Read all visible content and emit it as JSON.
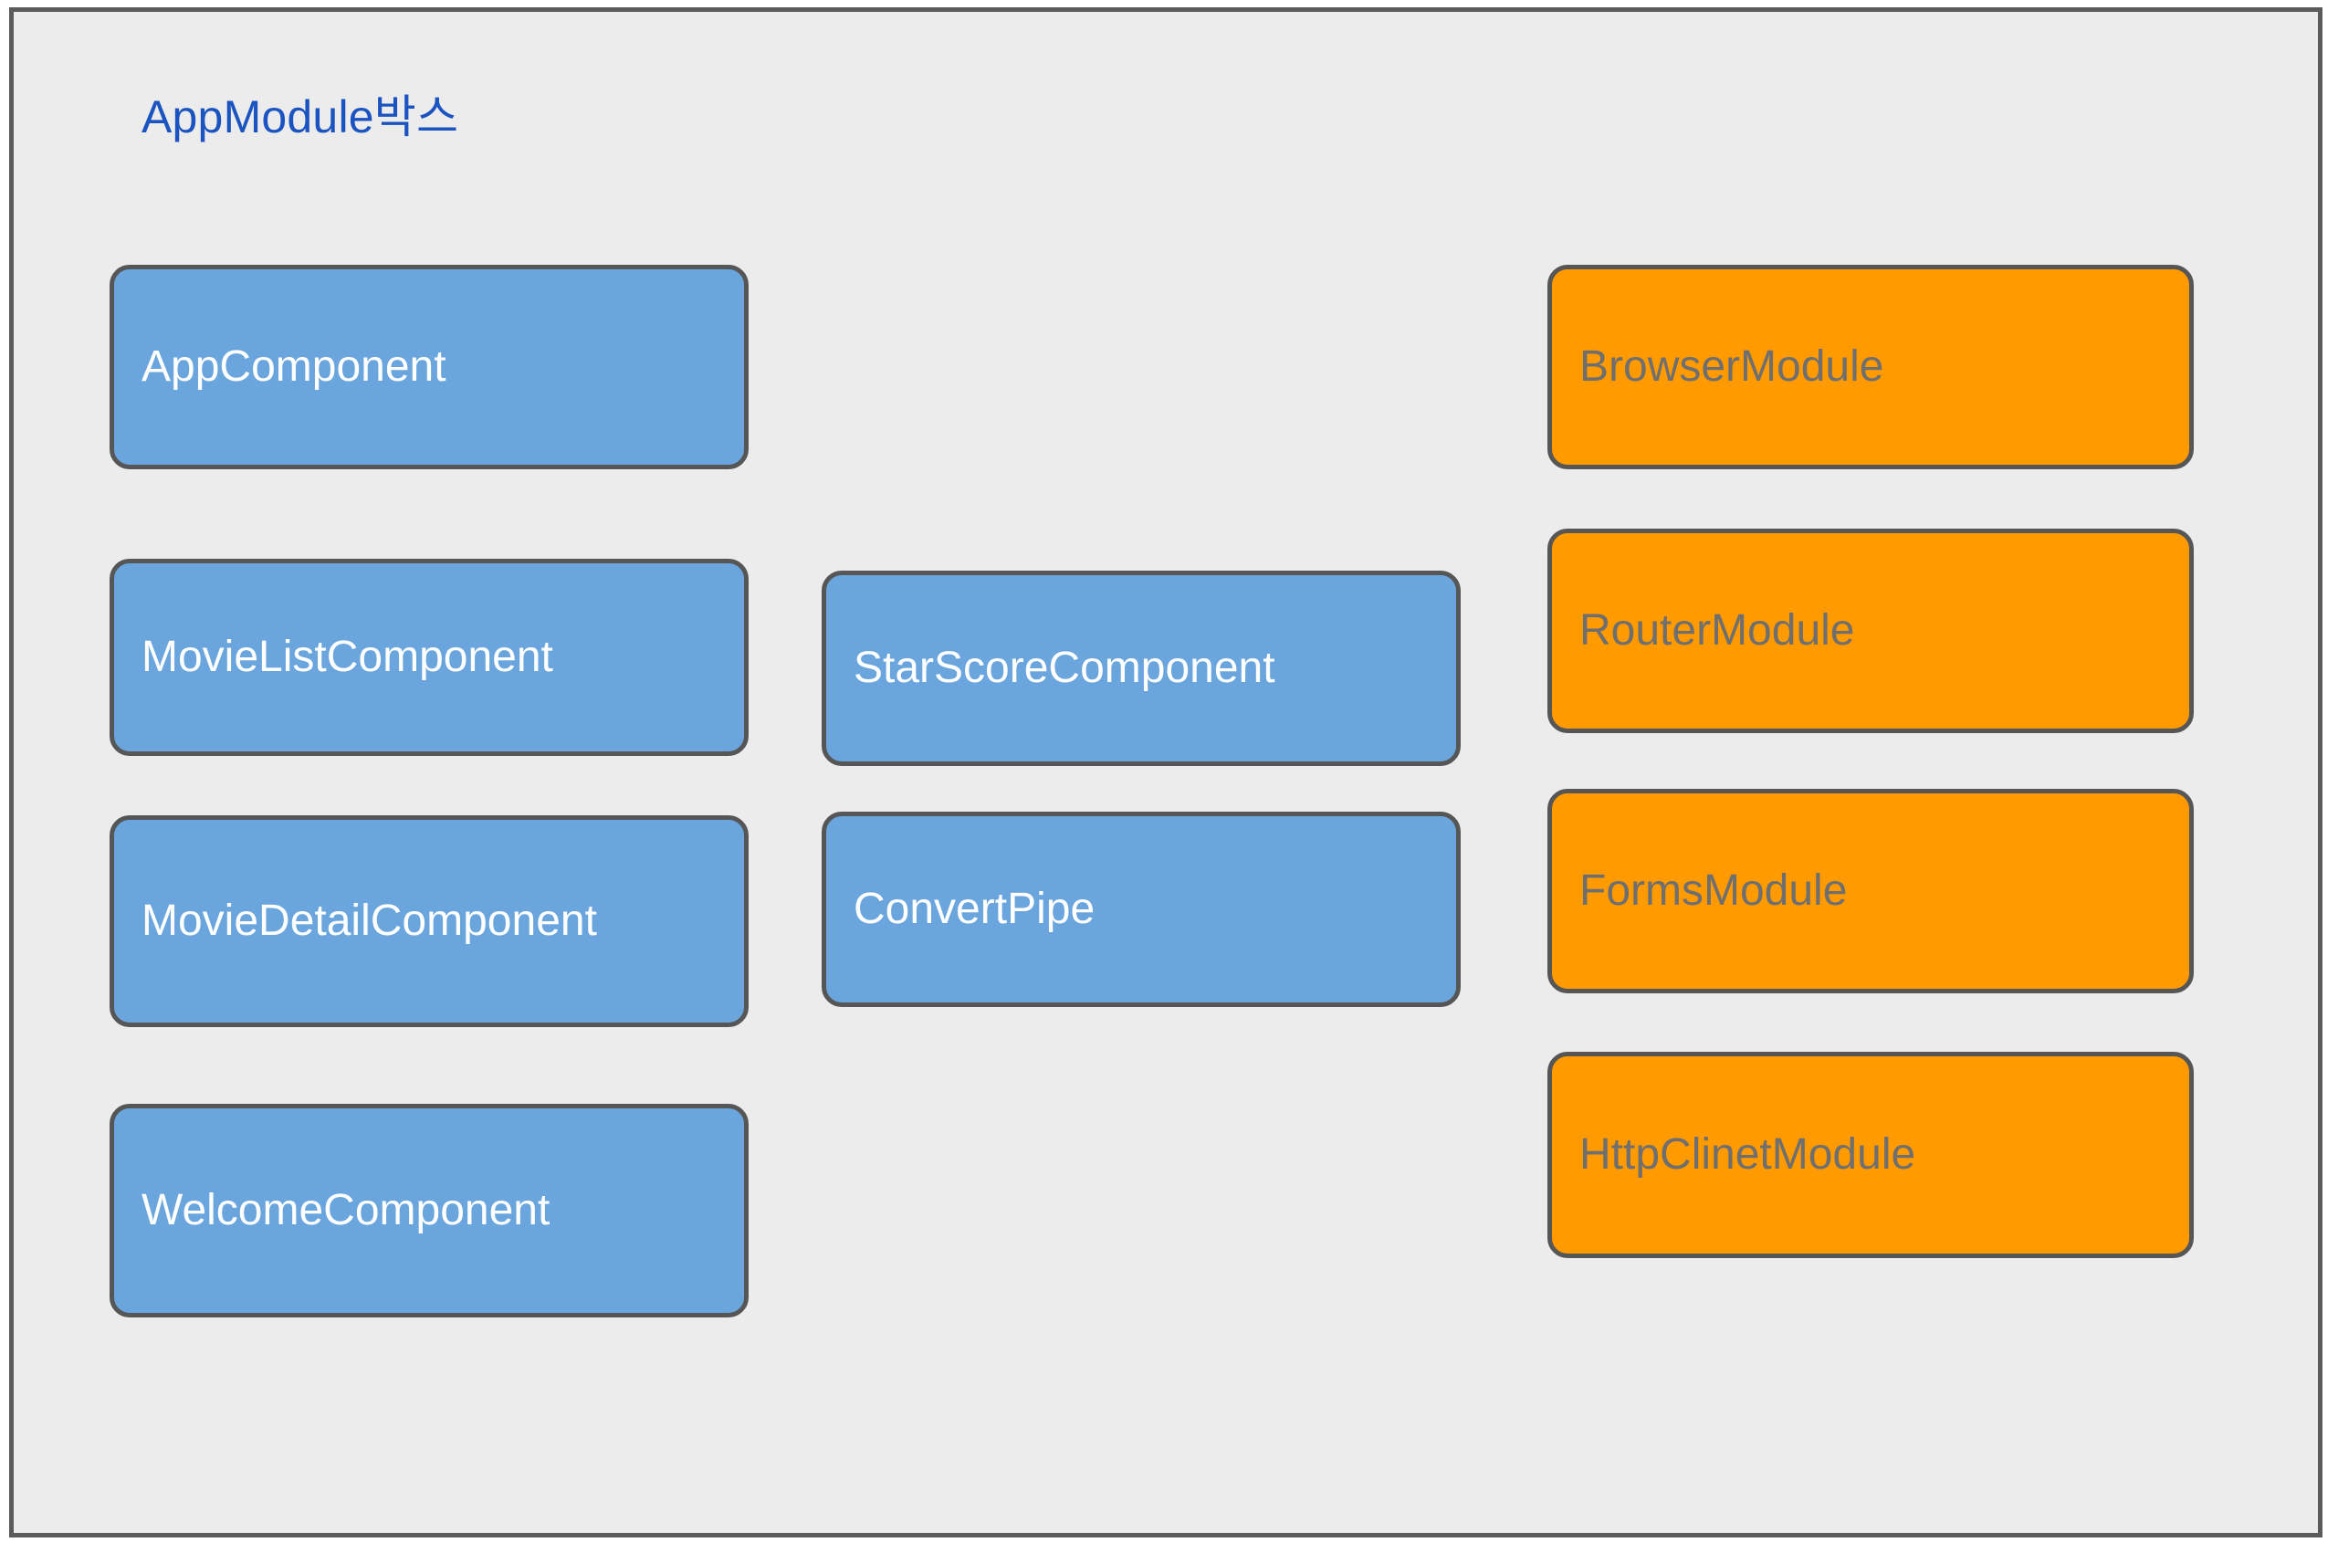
{
  "diagram": {
    "container": {
      "title": "AppModule박스",
      "title_color": "#1b54c0",
      "background_color": "#ececec",
      "border_color": "#5b5b5b"
    },
    "legend_colors": {
      "component_fill": "#6aa6dd",
      "component_text": "#ffffff",
      "module_fill": "#ff9a00",
      "module_text": "#6f6f6f",
      "node_border": "#565656"
    },
    "columns": [
      {
        "name": "components-primary",
        "nodes": [
          {
            "label": "AppComponent",
            "kind": "component"
          },
          {
            "label": "MovieListComponent",
            "kind": "component"
          },
          {
            "label": "MovieDetailComponent",
            "kind": "component"
          },
          {
            "label": "WelcomeComponent",
            "kind": "component"
          }
        ]
      },
      {
        "name": "components-secondary",
        "nodes": [
          {
            "label": "StarScoreComponent",
            "kind": "component"
          },
          {
            "label": "ConvertPipe",
            "kind": "component"
          }
        ]
      },
      {
        "name": "imported-modules",
        "nodes": [
          {
            "label": "BrowserModule",
            "kind": "ngmodule"
          },
          {
            "label": "RouterModule",
            "kind": "ngmodule"
          },
          {
            "label": "FormsModule",
            "kind": "ngmodule"
          },
          {
            "label": "HttpClinetModule",
            "kind": "ngmodule"
          }
        ]
      }
    ]
  }
}
